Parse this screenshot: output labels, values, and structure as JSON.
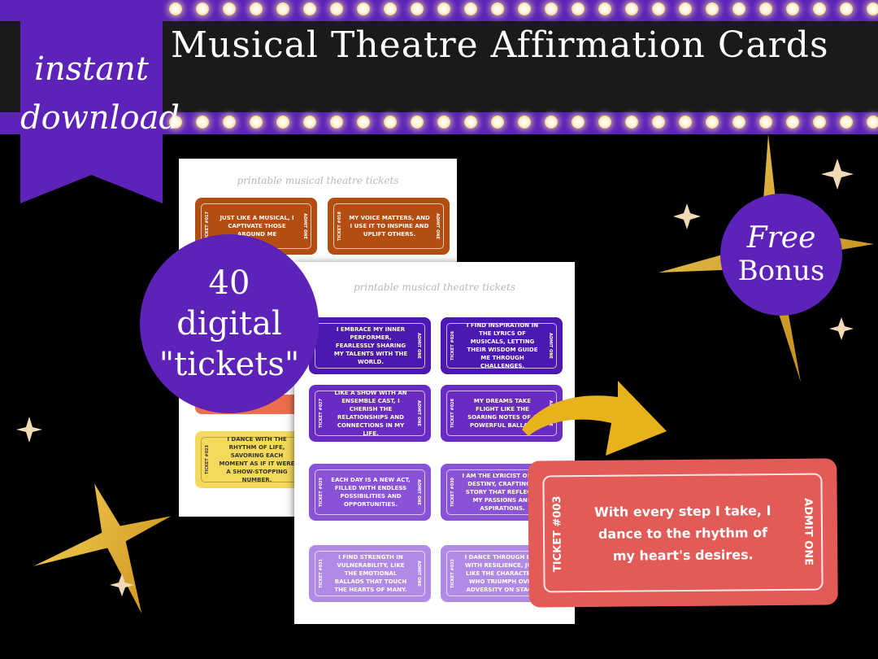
{
  "banner": {
    "title": "Musical Theatre Affirmation Cards",
    "ribbon_line1": "instant",
    "ribbon_line2": "download"
  },
  "badge_count": {
    "line1": "40",
    "line2": "digital",
    "line3": "\"tickets\""
  },
  "badge_bonus": {
    "line1": "Free",
    "line2": "Bonus"
  },
  "sheet_back": {
    "title": "printable musical theatre tickets",
    "tickets": [
      {
        "text": "Just like a musical, I captivate those around me",
        "number": "TICKET #017",
        "admit": "ADMIT ONE",
        "color": "#b44d12"
      },
      {
        "text": "My voice matters, and I use it to inspire and uplift others.",
        "number": "TICKET #018",
        "admit": "ADMIT ONE",
        "color": "#b44d12"
      },
      {
        "text": "I dance with the rhythm of life, savoring each moment as if it were a show-stopping number.",
        "number": "TICKET #023",
        "admit": "",
        "color": "#f5d95a"
      }
    ]
  },
  "sheet_front": {
    "title": "printable musical theatre tickets",
    "tickets": [
      {
        "text": "I embrace my inner performer, fearlessly sharing my talents with the world.",
        "number": "",
        "admit": "ADMIT ONE",
        "color": "#4b18b0"
      },
      {
        "text": "I find inspiration in the lyrics of musicals, letting their wisdom guide me through challenges.",
        "number": "TICKET #026",
        "admit": "ADMIT ONE",
        "color": "#4b18b0"
      },
      {
        "text": "Like a show with an ensemble cast, I cherish the relationships and connections in my life.",
        "number": "TICKET #027",
        "admit": "ADMIT ONE",
        "color": "#6a2bc4"
      },
      {
        "text": "My dreams take flight like the soaring notes of a powerful ballad.",
        "number": "TICKET #028",
        "admit": "ADMIT ONE",
        "color": "#6a2bc4"
      },
      {
        "text": "Each day is a new act, filled with endless possibilities and opportunities.",
        "number": "TICKET #029",
        "admit": "ADMIT ONE",
        "color": "#8a52d6"
      },
      {
        "text": "I am the lyricist of my destiny, crafting a story that reflects my passions and aspirations.",
        "number": "TICKET #030",
        "admit": "",
        "color": "#8a52d6"
      },
      {
        "text": "I find strength in vulnerability, like the emotional ballads that touch the hearts of many.",
        "number": "TICKET #031",
        "admit": "ADMIT ONE",
        "color": "#b18ae8"
      },
      {
        "text": "I dance through life with resilience, just like the characters who triumph over adversity on stage.",
        "number": "TICKET #032",
        "admit": "",
        "color": "#b18ae8"
      }
    ]
  },
  "featured_ticket": {
    "text": "With every step I take, I dance to the rhythm of my heart's desires.",
    "number": "TICKET #003",
    "admit": "ADMIT ONE",
    "color": "#e25b57"
  },
  "colors": {
    "purple": "#5d22b8",
    "gold": "#e8b21c",
    "background": "#000000"
  }
}
